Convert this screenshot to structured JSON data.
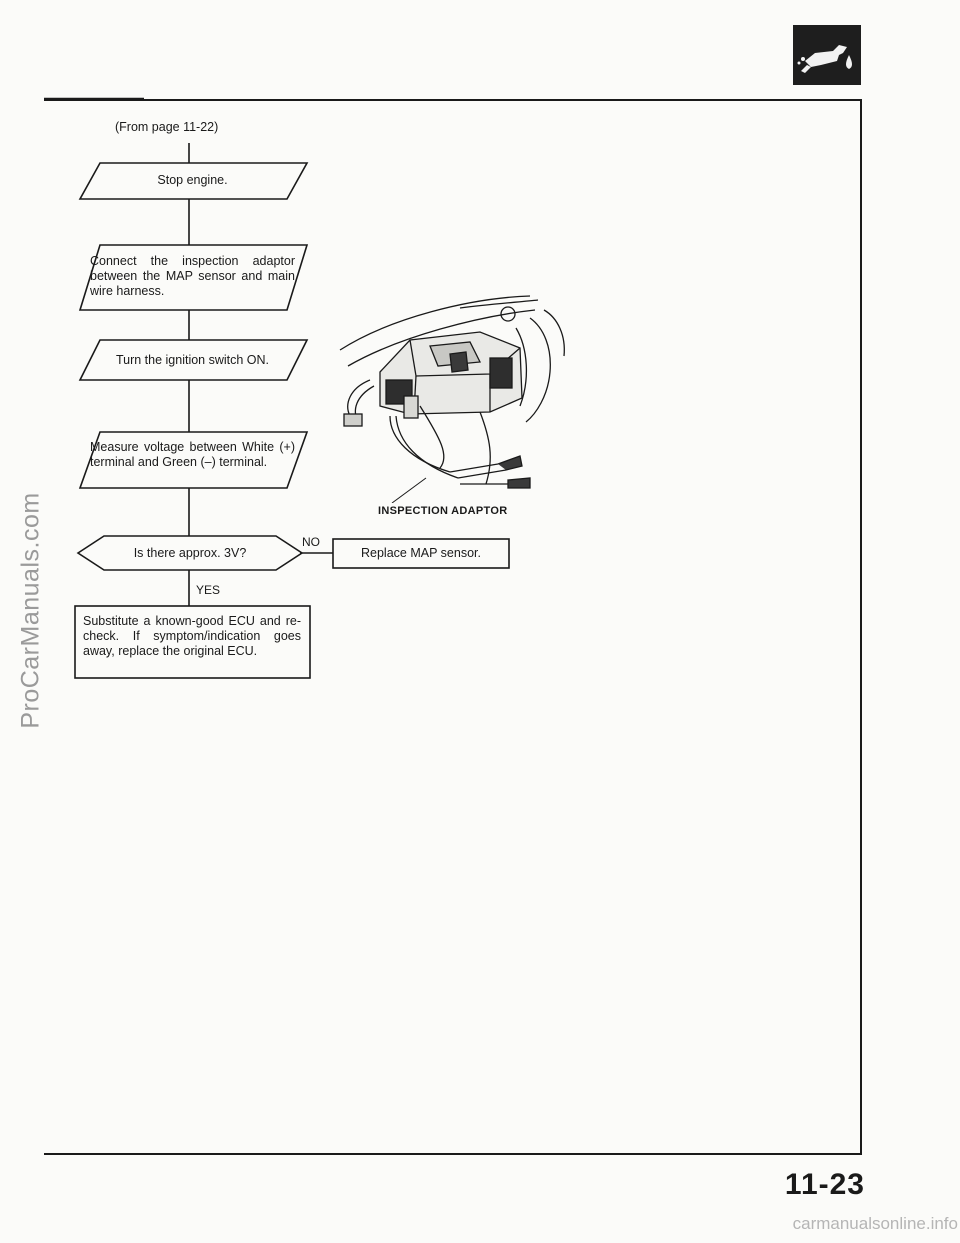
{
  "header": {
    "section_icon": "fuel-nozzle-icon",
    "from_page": "(From page 11-22)"
  },
  "flowchart": {
    "step1": "Stop engine.",
    "step2": "Connect the inspection adaptor between the MAP sensor and main wire harness.",
    "step3": "Turn the ignition switch ON.",
    "step4": "Measure voltage between White (+) terminal and Green (–) terminal.",
    "decision": "Is there approx. 3V?",
    "no_label": "NO",
    "yes_label": "YES",
    "no_result": "Replace MAP sensor.",
    "yes_result": "Substitute a known-good ECU and re-check. If symptom/indication goes away, replace the original ECU."
  },
  "illustration": {
    "caption": "INSPECTION ADAPTOR"
  },
  "footer": {
    "page_number": "11-23"
  },
  "watermarks": {
    "left": "ProCarManuals.com",
    "bottom": "carmanualsonline.info"
  },
  "colors": {
    "ink": "#1a1a1a",
    "paper": "#fbfbf9",
    "watermark": "#9a9a9a"
  }
}
